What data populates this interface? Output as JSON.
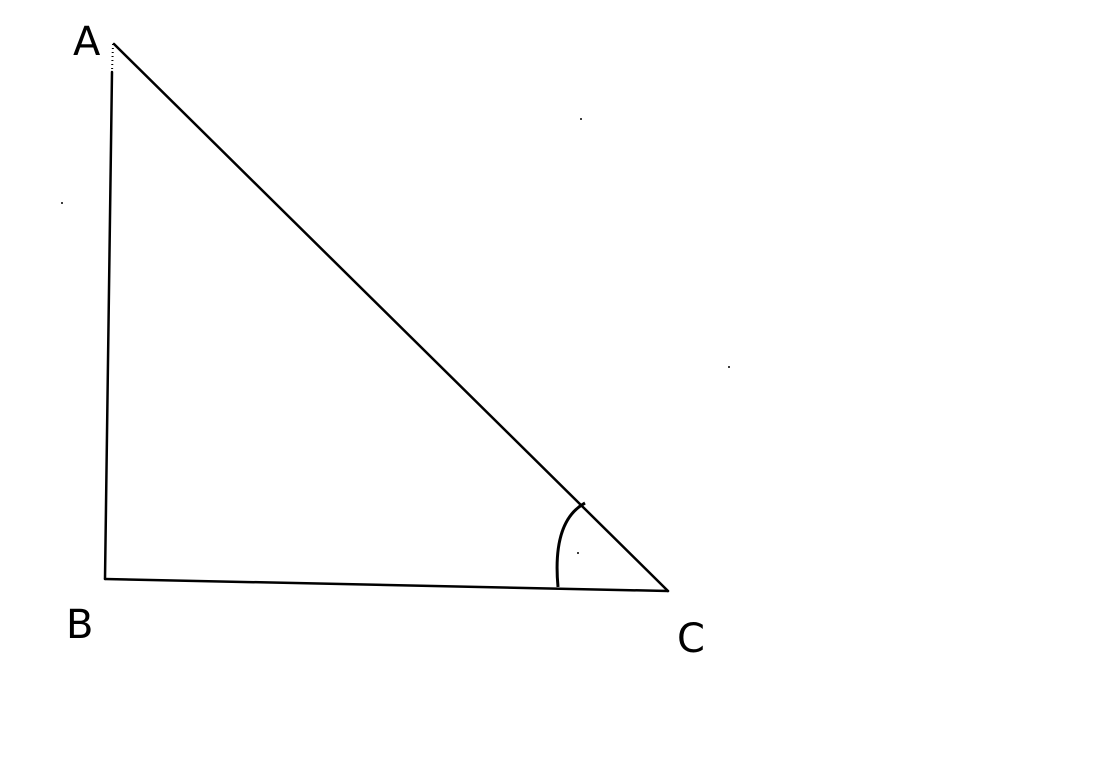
{
  "diagram": {
    "vertices": {
      "a": {
        "label": "A"
      },
      "b": {
        "label": "B"
      },
      "c": {
        "label": "C"
      }
    },
    "angle_mark": "C",
    "stroke_color": "#000000",
    "background_color": "#ffffff"
  }
}
